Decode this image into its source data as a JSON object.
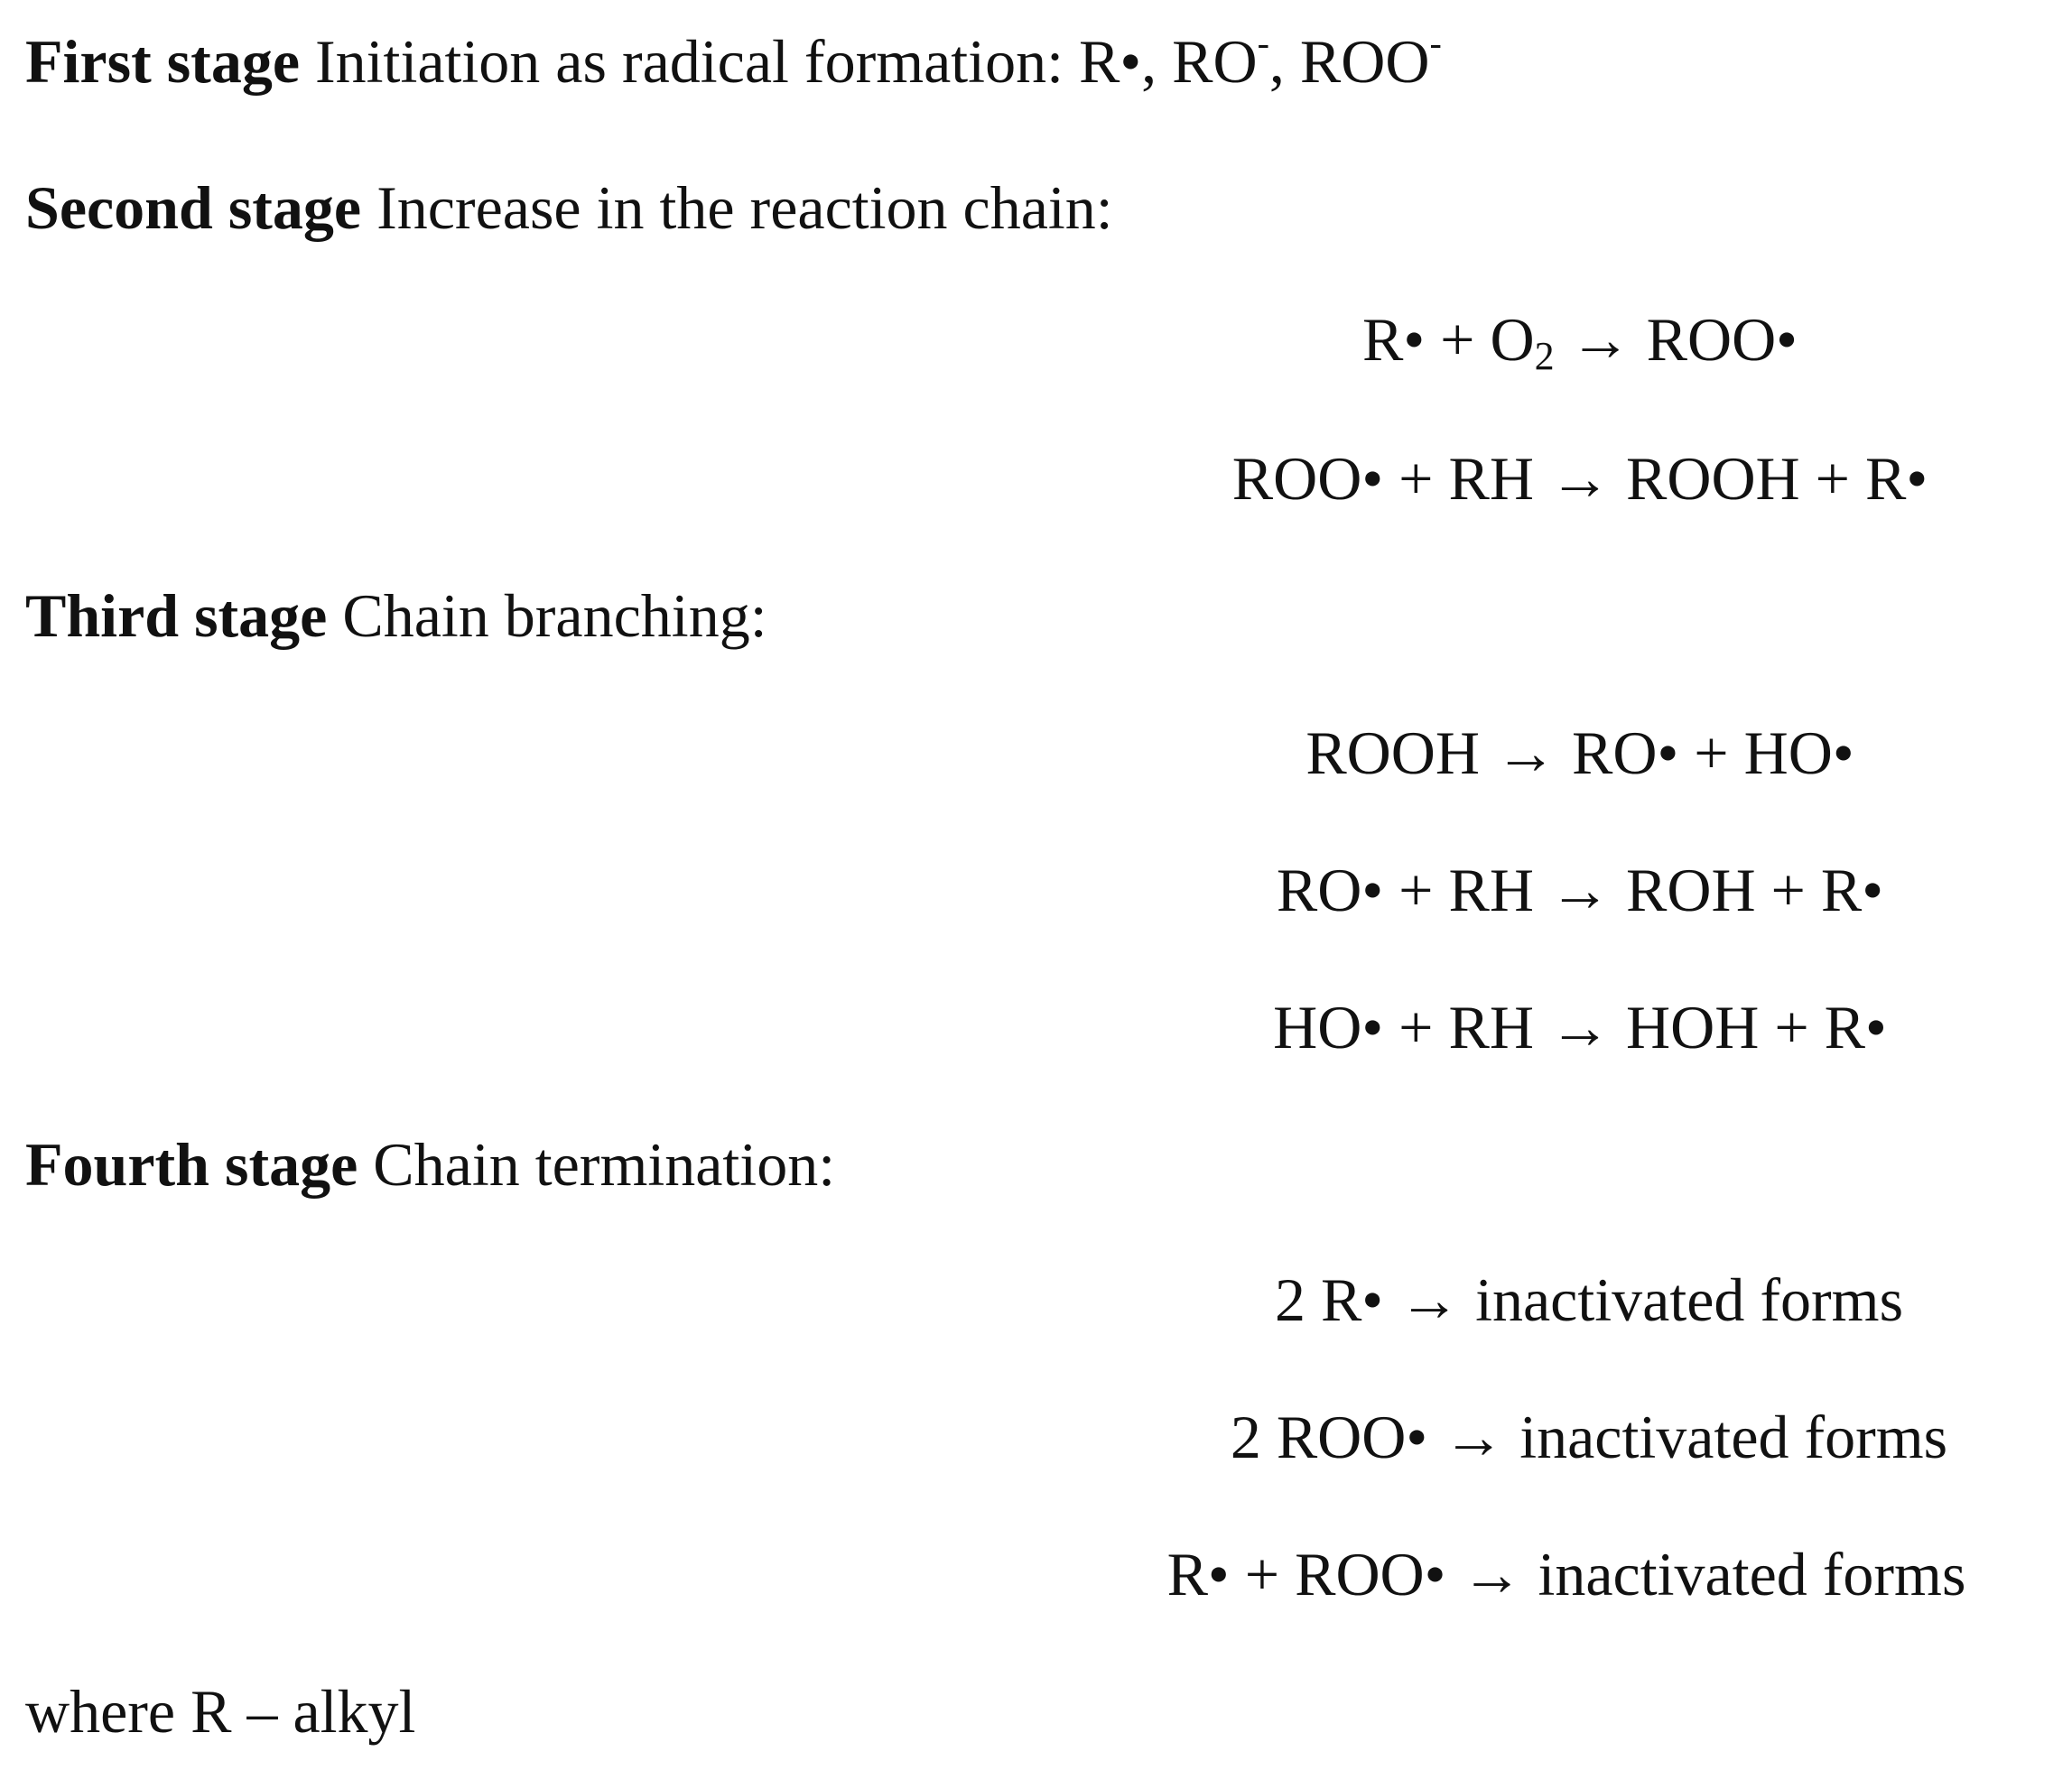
{
  "stages": [
    {
      "label": "First stage",
      "text_before": "Initiation as radical formation: R•, RO",
      "sup1": "-",
      "text_mid": ", ROO",
      "sup2": "-"
    },
    {
      "label": "Second stage",
      "text": "Increase in the reaction chain:",
      "equations": [
        {
          "left": "R• + O",
          "sub": "2",
          "right": " →  ROO•"
        },
        {
          "text": "ROO• + RH  →  ROOH + R•"
        }
      ]
    },
    {
      "label": "Third stage",
      "text": "Chain branching:",
      "equations": [
        {
          "text": "ROOH  →  RO• + HO•"
        },
        {
          "text": "RO• + RH  →  ROH + R•"
        },
        {
          "text": "HO• + RH  →  HOH + R•"
        }
      ]
    },
    {
      "label": "Fourth stage",
      "text": "Chain termination:",
      "equations": [
        {
          "text": "2 R• →  inactivated forms"
        },
        {
          "text": "2 ROO•  →  inactivated forms"
        },
        {
          "text": "R• + ROO• →  inactivated forms"
        }
      ]
    }
  ],
  "footnote": "where R – alkyl"
}
